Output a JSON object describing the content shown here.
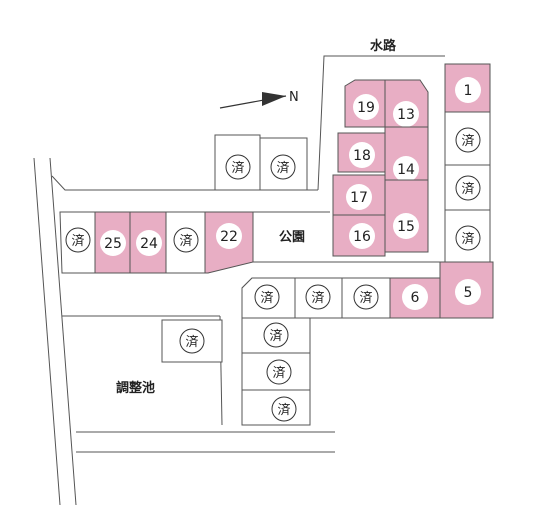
{
  "colors": {
    "available": "#e8aec4",
    "sold": "#ffffff",
    "line": "#555555",
    "badge": "#ffffff"
  },
  "labels": {
    "waterway": "水路",
    "park": "公園",
    "pond": "調整池",
    "north": "N"
  },
  "sold_mark": "済",
  "lots": [
    {
      "id": "lot-1",
      "label": "1",
      "status": "available"
    },
    {
      "id": "lot-5",
      "label": "5",
      "status": "available"
    },
    {
      "id": "lot-6",
      "label": "6",
      "status": "available"
    },
    {
      "id": "lot-13",
      "label": "13",
      "status": "available"
    },
    {
      "id": "lot-14",
      "label": "14",
      "status": "available"
    },
    {
      "id": "lot-15",
      "label": "15",
      "status": "available"
    },
    {
      "id": "lot-16",
      "label": "16",
      "status": "available"
    },
    {
      "id": "lot-17",
      "label": "17",
      "status": "available"
    },
    {
      "id": "lot-18",
      "label": "18",
      "status": "available"
    },
    {
      "id": "lot-19",
      "label": "19",
      "status": "available"
    },
    {
      "id": "lot-22",
      "label": "22",
      "status": "available"
    },
    {
      "id": "lot-24",
      "label": "24",
      "status": "available"
    },
    {
      "id": "lot-25",
      "label": "25",
      "status": "available"
    },
    {
      "id": "sold-a",
      "label": "済",
      "status": "sold"
    },
    {
      "id": "sold-b",
      "label": "済",
      "status": "sold"
    },
    {
      "id": "sold-c",
      "label": "済",
      "status": "sold"
    },
    {
      "id": "sold-d",
      "label": "済",
      "status": "sold"
    },
    {
      "id": "sold-e",
      "label": "済",
      "status": "sold"
    },
    {
      "id": "sold-f",
      "label": "済",
      "status": "sold"
    },
    {
      "id": "sold-g",
      "label": "済",
      "status": "sold"
    },
    {
      "id": "sold-h",
      "label": "済",
      "status": "sold"
    },
    {
      "id": "sold-i",
      "label": "済",
      "status": "sold"
    },
    {
      "id": "sold-j",
      "label": "済",
      "status": "sold"
    },
    {
      "id": "sold-k",
      "label": "済",
      "status": "sold"
    },
    {
      "id": "sold-l",
      "label": "済",
      "status": "sold"
    },
    {
      "id": "sold-m",
      "label": "済",
      "status": "sold"
    },
    {
      "id": "sold-n",
      "label": "済",
      "status": "sold"
    }
  ]
}
